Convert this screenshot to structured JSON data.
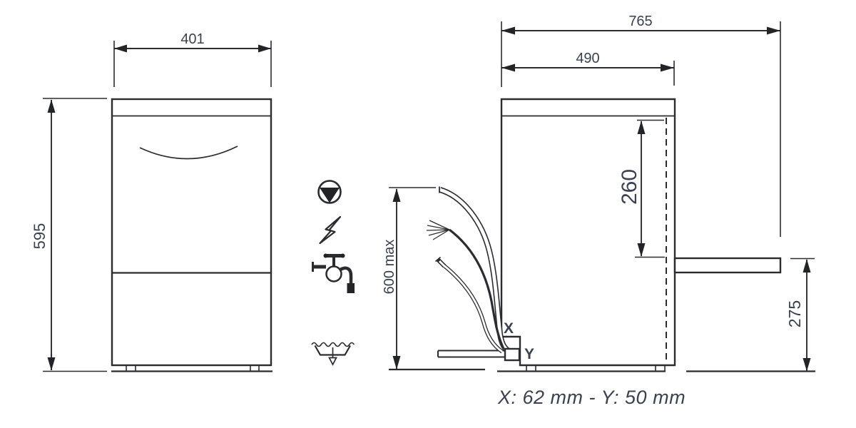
{
  "drawing": {
    "front_view": {
      "width": "401",
      "height": "595"
    },
    "side_view": {
      "total_depth": "765",
      "body_depth": "490",
      "top_to_door": "260",
      "door_height": "275",
      "connections_max_height": "600 max",
      "x_marker": "X",
      "y_marker": "Y"
    },
    "caption": "X: 62 mm - Y: 50 mm",
    "icons": [
      "pump",
      "electricity",
      "water-supply",
      "drain"
    ],
    "colors": {
      "line": "#2b2c30",
      "text": "#3a4150",
      "background": "#ffffff"
    }
  }
}
